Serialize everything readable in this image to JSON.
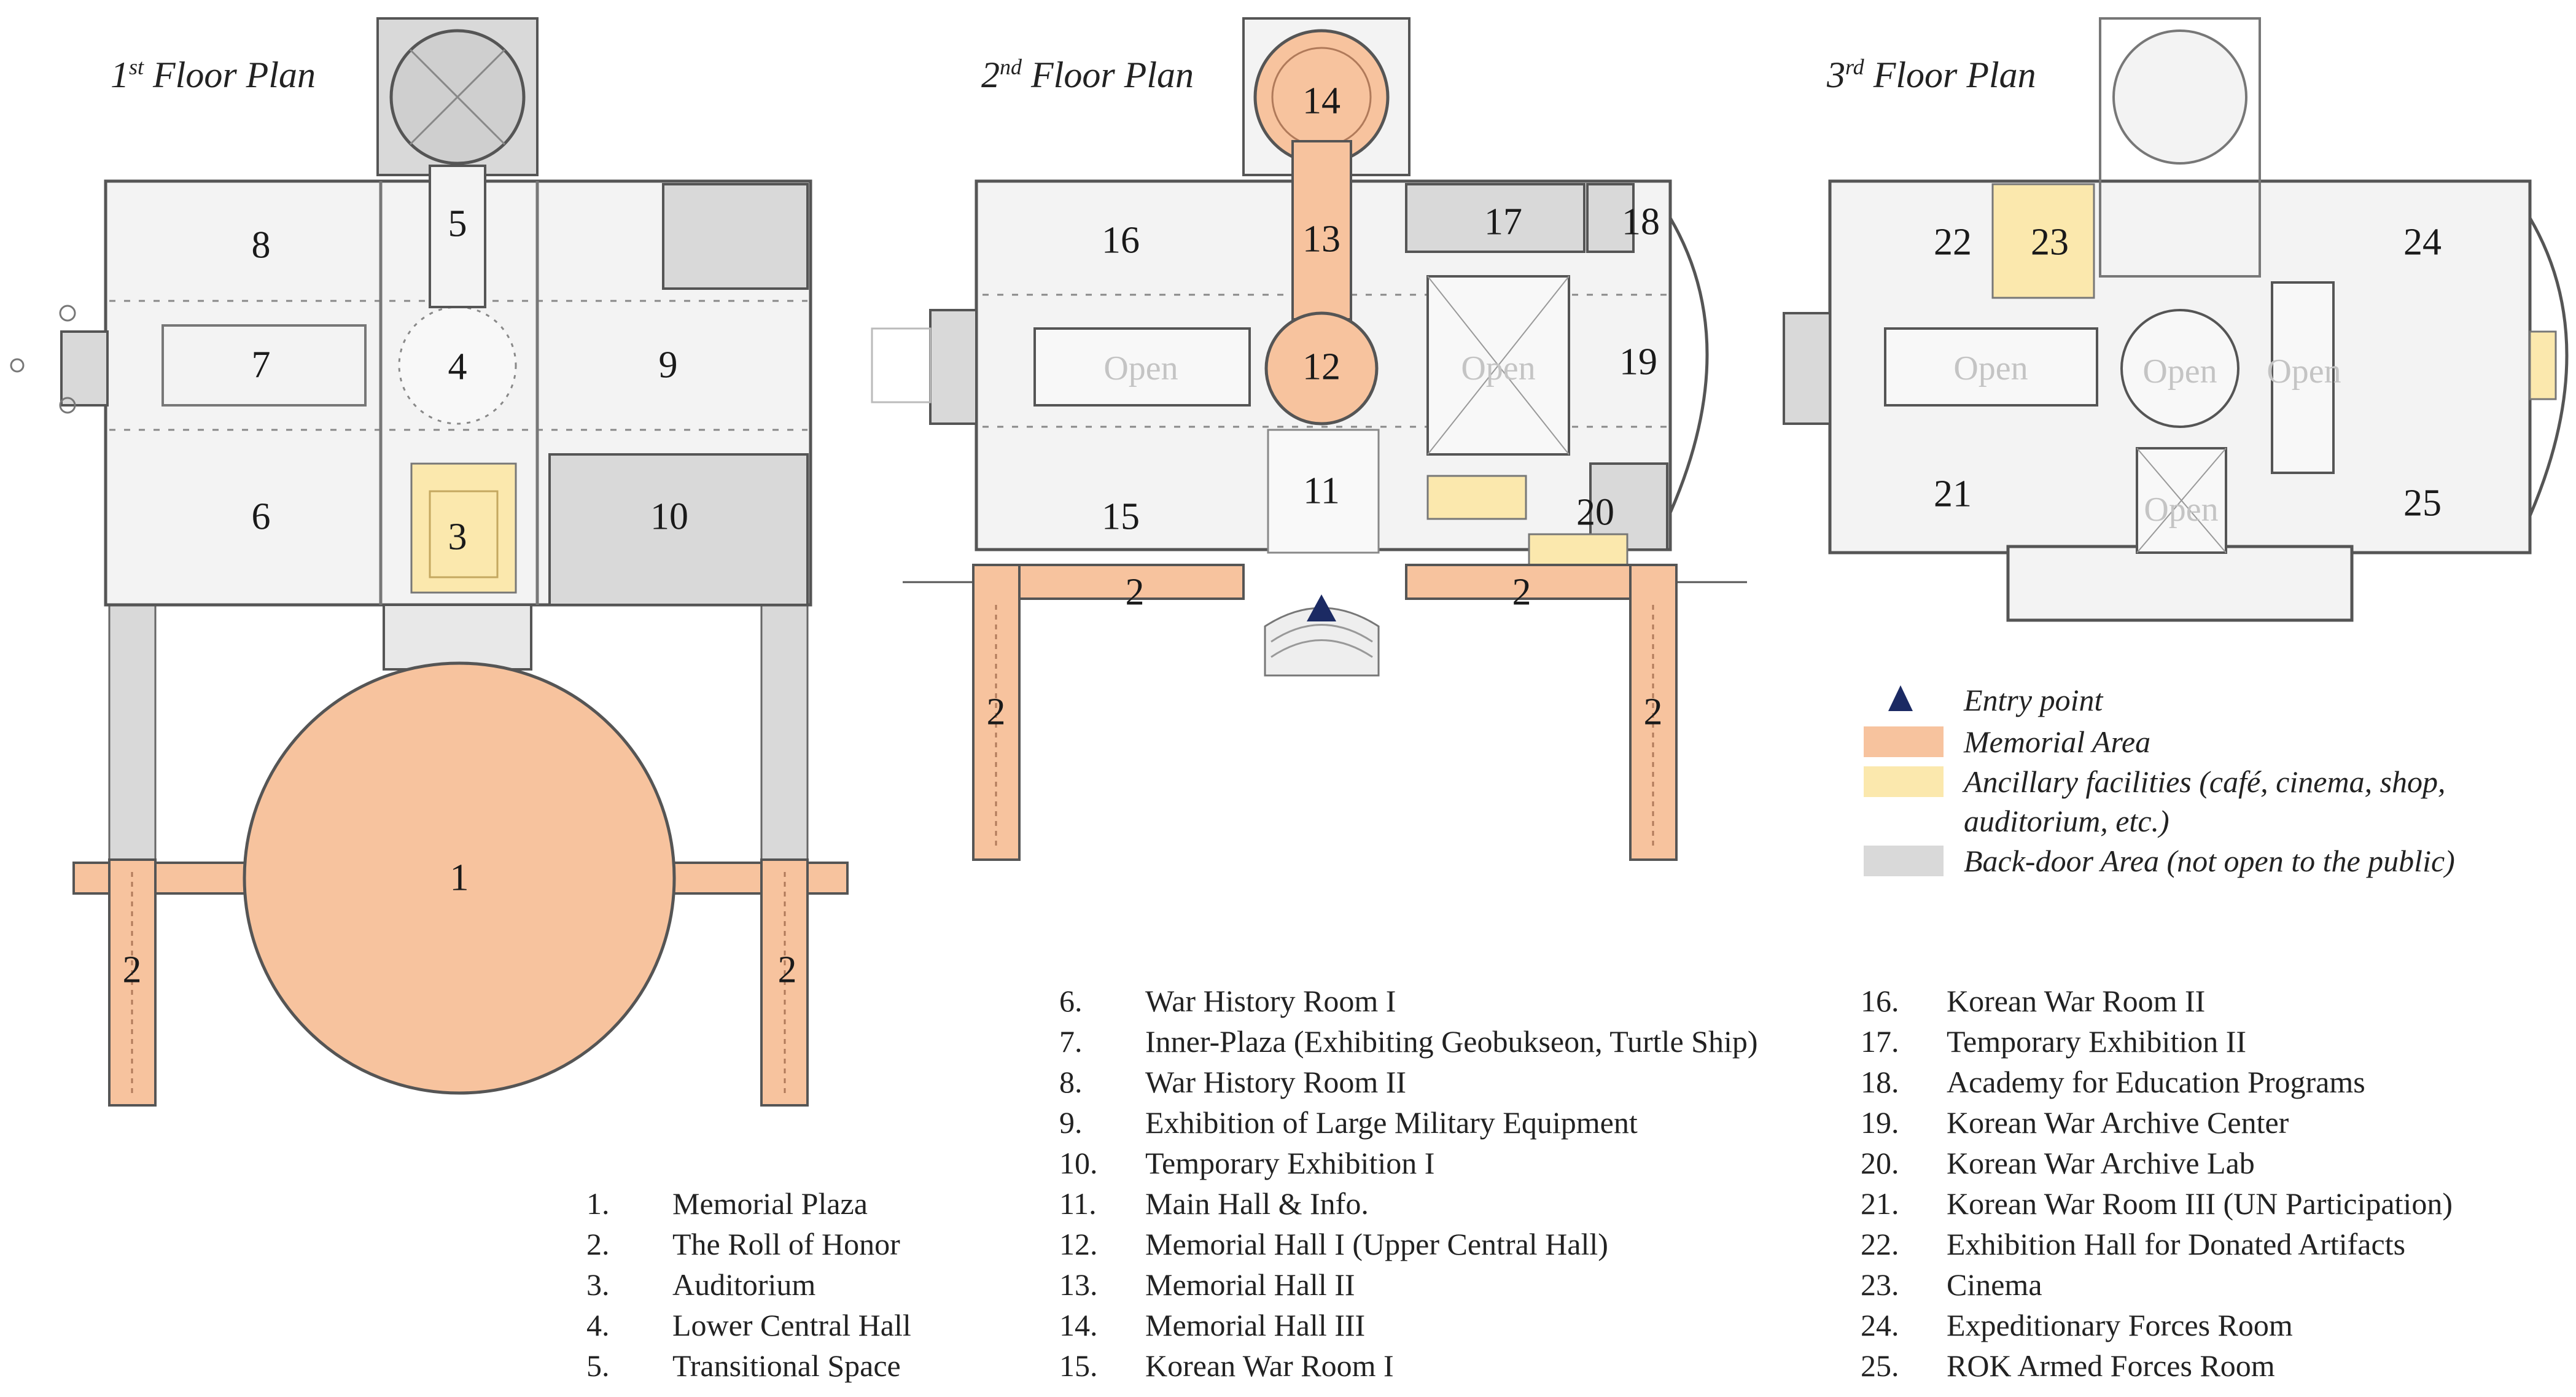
{
  "floor_titles": [
    {
      "base": "1",
      "sup": "st",
      "rest": " Floor Plan"
    },
    {
      "base": "2",
      "sup": "nd",
      "rest": " Floor Plan"
    },
    {
      "base": "3",
      "sup": "rd",
      "rest": " Floor Plan"
    }
  ],
  "colors": {
    "memorial": "#f7c39e",
    "ancillary": "#fbe8ad",
    "backdoor": "#d9d9d9",
    "floor": "#f3f3f3",
    "wall": "#555555",
    "entry": "#1b2a63"
  },
  "room_numbers": {
    "f1": [
      "1",
      "2",
      "2",
      "3",
      "4",
      "5",
      "6",
      "7",
      "8",
      "9",
      "10"
    ],
    "f2": [
      "2",
      "2",
      "2",
      "2",
      "11",
      "12",
      "13",
      "14",
      "15",
      "16",
      "17",
      "18",
      "19",
      "20"
    ],
    "f3": [
      "21",
      "22",
      "23",
      "24",
      "25"
    ]
  },
  "open_label": "Open",
  "legend": [
    {
      "kind": "entry-marker",
      "icon": "triangle-icon",
      "text": "Entry point"
    },
    {
      "kind": "swatch",
      "color": "#f7c39e",
      "text": "Memorial Area"
    },
    {
      "kind": "swatch",
      "color": "#fbe8ad",
      "text": "Ancillary facilities (café, cinema, shop,",
      "text2": "auditorium, etc.)"
    },
    {
      "kind": "swatch",
      "color": "#d9d9d9",
      "text": "Back-door Area (not open to the public)"
    }
  ],
  "key_columns": [
    [
      {
        "num": "1.",
        "name": "Memorial Plaza"
      },
      {
        "num": "2.",
        "name": "The Roll of Honor"
      },
      {
        "num": "3.",
        "name": "Auditorium"
      },
      {
        "num": "4.",
        "name": "Lower Central Hall"
      },
      {
        "num": "5.",
        "name": "Transitional Space"
      }
    ],
    [
      {
        "num": "6.",
        "name": "War History Room I"
      },
      {
        "num": "7.",
        "name": "Inner-Plaza (Exhibiting Geobukseon, Turtle Ship)"
      },
      {
        "num": "8.",
        "name": "War History Room II"
      },
      {
        "num": "9.",
        "name": "Exhibition of Large Military Equipment"
      },
      {
        "num": "10.",
        "name": "Temporary Exhibition I"
      },
      {
        "num": "11.",
        "name": "Main Hall & Info."
      },
      {
        "num": "12.",
        "name": "Memorial Hall I (Upper Central Hall)"
      },
      {
        "num": "13.",
        "name": "Memorial Hall II"
      },
      {
        "num": "14.",
        "name": "Memorial Hall III"
      },
      {
        "num": "15.",
        "name": "Korean War Room I"
      }
    ],
    [
      {
        "num": "16.",
        "name": "Korean War Room II"
      },
      {
        "num": "17.",
        "name": "Temporary Exhibition II"
      },
      {
        "num": "18.",
        "name": "Academy for Education Programs"
      },
      {
        "num": "19.",
        "name": "Korean War Archive Center"
      },
      {
        "num": "20.",
        "name": "Korean War Archive Lab"
      },
      {
        "num": "21.",
        "name": "Korean War Room III (UN Participation)"
      },
      {
        "num": "22.",
        "name": "Exhibition Hall for Donated Artifacts"
      },
      {
        "num": "23.",
        "name": "Cinema"
      },
      {
        "num": "24.",
        "name": "Expeditionary Forces Room"
      },
      {
        "num": "25.",
        "name": "ROK Armed Forces Room"
      }
    ]
  ]
}
